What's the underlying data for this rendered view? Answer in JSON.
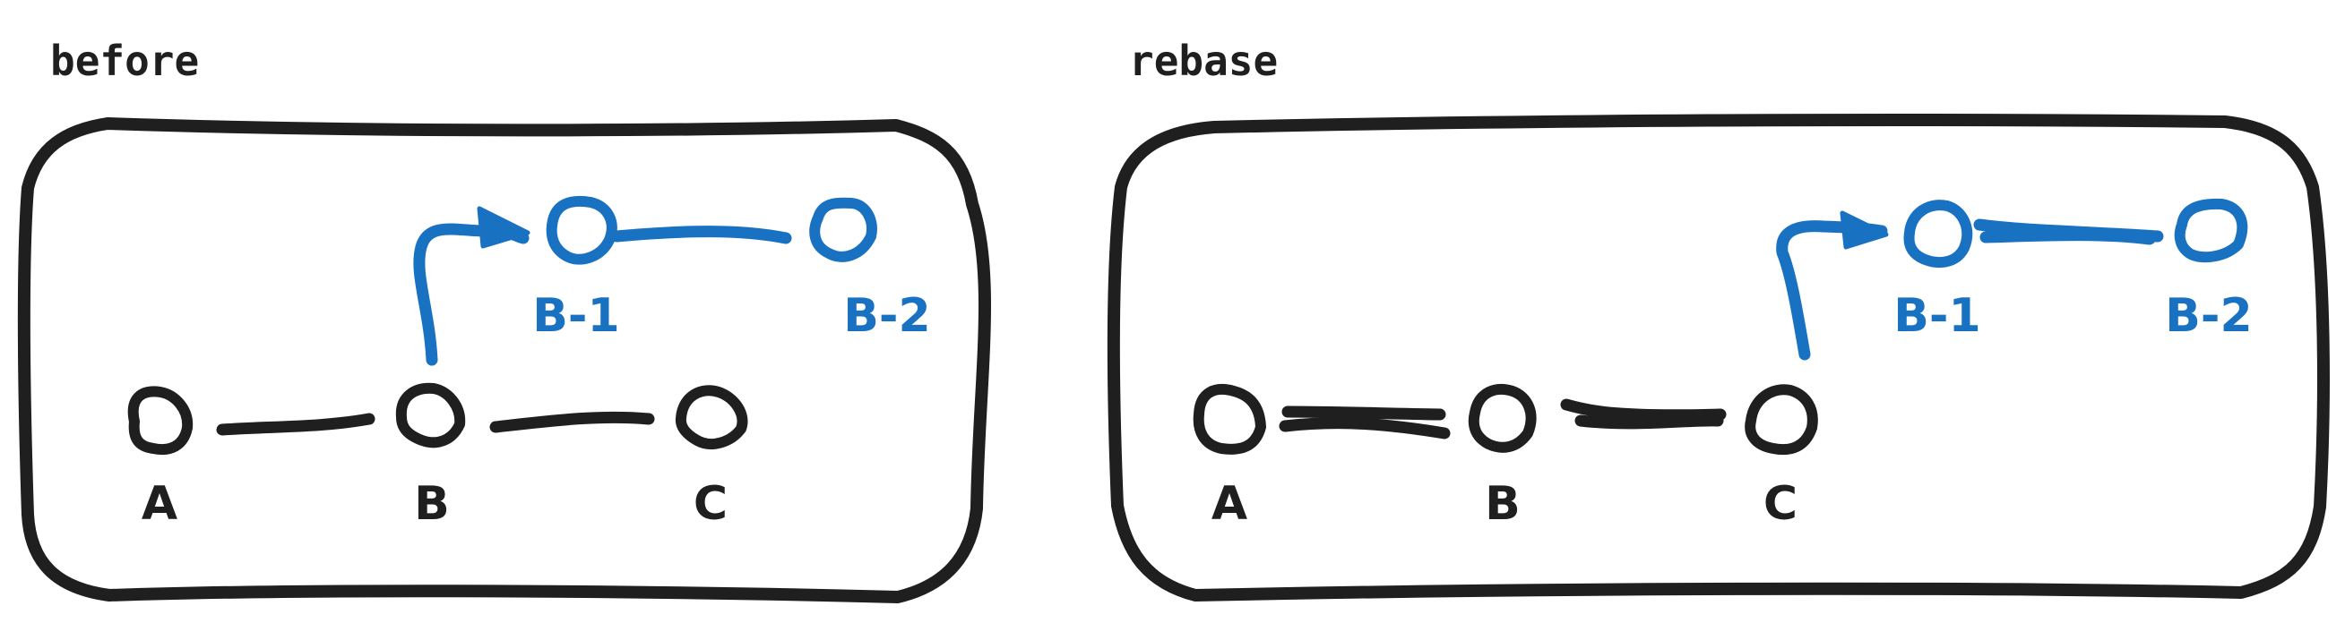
{
  "colors": {
    "ink": "#1f1f1f",
    "accent": "#1971c2"
  },
  "panels": {
    "before": {
      "title": "before",
      "nodes": {
        "a": "A",
        "b": "B",
        "c": "C",
        "b1": "B-1",
        "b2": "B-2"
      }
    },
    "rebase": {
      "title": "rebase",
      "nodes": {
        "a": "A",
        "b": "B",
        "c": "C",
        "b1": "B-1",
        "b2": "B-2"
      }
    }
  }
}
